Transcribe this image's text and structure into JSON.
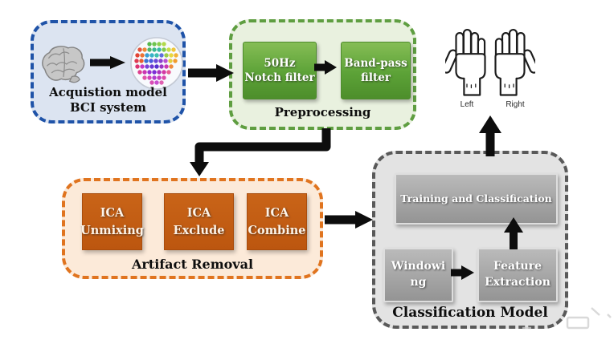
{
  "acquisition": {
    "caption_lines": [
      "Acquistion model",
      "BCI system"
    ],
    "border_color": "#1f53a8",
    "fill_color": "#dce4f1"
  },
  "preprocessing": {
    "caption": "Preprocessing",
    "border_color": "#5f9e41",
    "fill_color": "#e9f1df",
    "node_color": "#5ca237",
    "boxes": [
      {
        "lines": [
          "50Hz",
          "Notch filter"
        ]
      },
      {
        "lines": [
          "Band-pass",
          "filter"
        ]
      }
    ]
  },
  "artifact_removal": {
    "caption": "Artifact Removal",
    "border_color": "#e0741f",
    "fill_color": "#fcead9",
    "node_color": "#bc560f",
    "boxes": [
      {
        "lines": [
          "ICA",
          "Unmixing"
        ]
      },
      {
        "lines": [
          "ICA",
          "Exclude"
        ]
      },
      {
        "lines": [
          "ICA",
          "Combine"
        ]
      }
    ]
  },
  "classification": {
    "caption": "Classification Model",
    "border_color": "#595959",
    "fill_color": "#e3e3e3",
    "node_color": "#a6a6a6",
    "training_label": "Training and Classification",
    "windowing_lines": [
      "Windowi",
      "ng"
    ],
    "feature_lines": [
      "Feature",
      "Extraction"
    ]
  },
  "hands": {
    "left_label": "Left",
    "right_label": "Right"
  },
  "arrow_color": "#0d0d0d"
}
